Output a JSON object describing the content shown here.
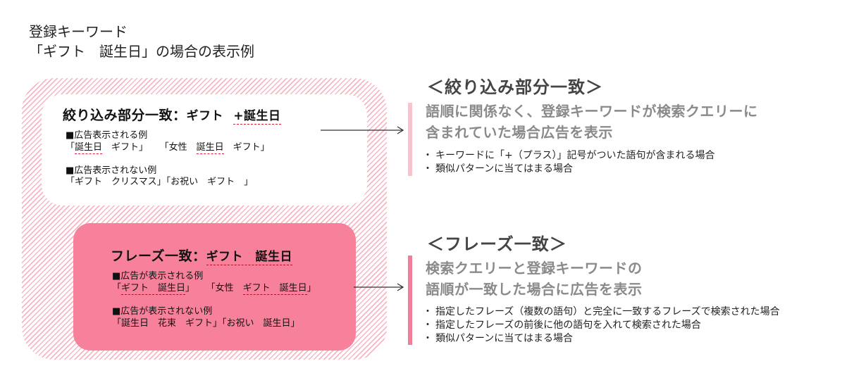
{
  "title": {
    "line1": "登録キーワード",
    "line2": "「ギフト　誕生日」の場合の表示例"
  },
  "broad": {
    "title_prefix": "絞り込み部分一致：",
    "kw1": "ギフト",
    "kw2": "+誕生日",
    "shown_header": "■広告表示される例",
    "shown_ex1_open": "「",
    "shown_ex1_kw": "誕生日",
    "shown_ex1_rest": "　ギフト」",
    "shown_ex2_open": "「女性　",
    "shown_ex2_kw": "誕生日",
    "shown_ex2_rest": "　ギフト」",
    "notshown_header": "■広告表示されない例",
    "notshown_examples": "「ギフト　クリスマス」「お祝い　ギフト　」"
  },
  "phrase": {
    "title_prefix": "フレーズ一致：",
    "kw": "ギフト　誕生日",
    "shown_header": "■広告が表示される例",
    "shown_ex1_open": "「",
    "shown_ex1_kw": "ギフト　誕生日",
    "shown_ex1_close": "」",
    "shown_ex2_open": "「女性　",
    "shown_ex2_kw": "ギフト　誕生日",
    "shown_ex2_close": "」",
    "notshown_header": "■広告が表示されない例",
    "notshown_examples": "「誕生日　花束　ギフト」「お祝い　誕生日」"
  },
  "broad_info": {
    "heading": "＜絞り込み部分一致＞",
    "desc_line1": "語順に関係なく、登録キーワードが検索クエリーに",
    "desc_line2": "含まれていた場合広告を表示",
    "bullet_char": "・",
    "bullets": [
      "キーワードに「+（プラス）」記号がついた語句が含まれる場合",
      "類似パターンに当てはまる場合"
    ]
  },
  "phrase_info": {
    "heading": "＜フレーズ一致＞",
    "desc_line1": "検索クエリーと登録キーワードの",
    "desc_line2": "語順が一致した場合に広告を表示",
    "bullet_char": "・",
    "bullets": [
      "指定したフレーズ（複数の語句）と完全に一致するフレーズで検索された場合",
      "指定したフレーズの前後に他の語句を入れて検索された場合",
      "類似パターンに当てはまる場合"
    ]
  },
  "colors": {
    "pink_stripe": "#f8b6c2",
    "phrase_panel": "#f7819b",
    "broad_bar": "#f8c3cd",
    "phrase_bar": "#f07e98",
    "underline": "#e0213c"
  }
}
